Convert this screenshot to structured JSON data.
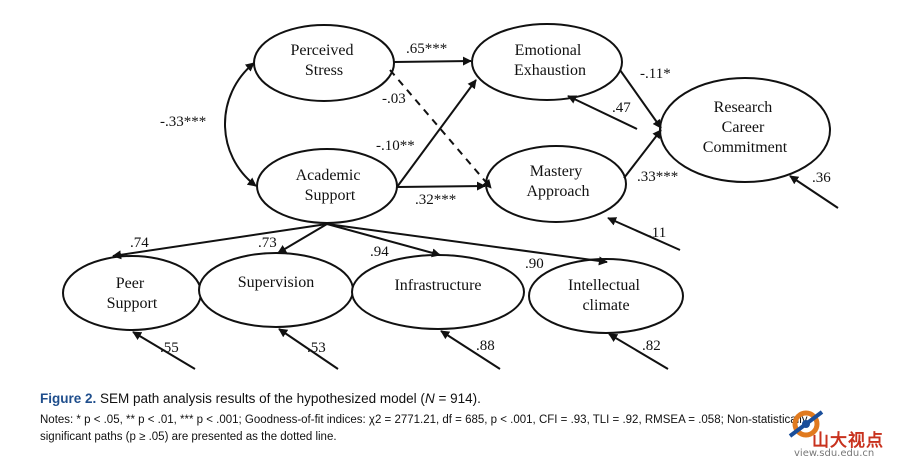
{
  "figure": {
    "label": "Figure 2.",
    "title_pre": " SEM path analysis results of the hypothesized model (",
    "title_n_symbol": "N",
    "title_post": " = 914).",
    "notes_part1": "Notes: * p < .05, ** p < .01, *** p < .001; Goodness-of-fit indices: χ2 = 2771.21, df = 685, p < .001, CFI = .93, TLI = .92, RMSEA = .058; ",
    "notes_part2": "Non-statistically significant paths (p ≥ .05) are presented as the dotted line."
  },
  "nodes": {
    "perceived_stress": [
      "Perceived",
      "Stress"
    ],
    "academic_support": [
      "Academic",
      "Support"
    ],
    "emotional_exhaustion": [
      "Emotional",
      "Exhaustion"
    ],
    "mastery_approach": [
      "Mastery",
      "Approach"
    ],
    "research_career_commitment": [
      "Research",
      "Career",
      "Commitment"
    ],
    "peer_support": [
      "Peer",
      "Support"
    ],
    "supervision": [
      "Supervision"
    ],
    "infrastructure": [
      "Infrastructure"
    ],
    "intellectual_climate": [
      "Intellectual",
      "climate"
    ]
  },
  "paths": {
    "stress_support_cov": "-.33***",
    "stress_to_exhaustion": ".65***",
    "stress_to_mastery": "-.03",
    "support_to_exhaustion": "-.10**",
    "support_to_mastery": ".32***",
    "exhaustion_to_commitment": "-.11*",
    "mastery_to_commitment": ".33***"
  },
  "loadings": {
    "peer_support": ".74",
    "supervision": ".73",
    "infrastructure": ".94",
    "intellectual_climate": ".90"
  },
  "residuals": {
    "emotional_exhaustion": ".47",
    "mastery_approach": ".11",
    "research_career_commitment": ".36",
    "peer_support": ".55",
    "supervision": ".53",
    "infrastructure": ".88",
    "intellectual_climate": ".82"
  },
  "watermark": {
    "brand": "山大视点",
    "url": "view.sdu.edu.cn"
  }
}
